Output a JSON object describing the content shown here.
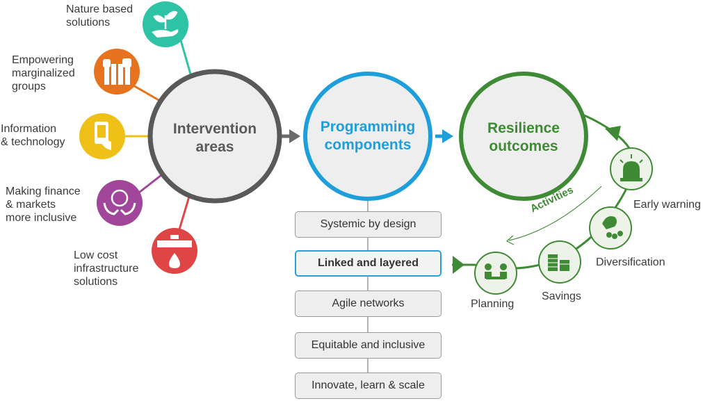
{
  "colors": {
    "gray_ring": "#595959",
    "blue_ring": "#1e9fdb",
    "green_ring": "#3f8a34",
    "teal": "#2dc3a4",
    "orange": "#e8731f",
    "yellow": "#efc018",
    "purple": "#a0479c",
    "red": "#e04545"
  },
  "rings": {
    "intervention": "Intervention\nareas",
    "programming": "Programming\ncomponents",
    "resilience": "Resilience\noutcomes"
  },
  "intervention_areas": [
    {
      "label": "Nature based\nsolutions",
      "icon": "seedling-in-hand-icon"
    },
    {
      "label": "Empowering\nmarginalized\ngroups",
      "icon": "raised-hands-icon"
    },
    {
      "label": "Information\n& technology",
      "icon": "hand-holding-phone-icon"
    },
    {
      "label": "Making finance\n& markets\nmore inclusive",
      "icon": "hands-dollar-icon"
    },
    {
      "label": "Low cost\ninfrastructure\nsolutions",
      "icon": "water-pipe-icon"
    }
  ],
  "components": [
    {
      "label": "Systemic by design",
      "highlight": false
    },
    {
      "label": "Linked and layered",
      "highlight": true
    },
    {
      "label": "Agile networks",
      "highlight": false
    },
    {
      "label": "Equitable and inclusive",
      "highlight": false
    },
    {
      "label": "Innovate, learn & scale",
      "highlight": false
    }
  ],
  "activities_label": "Activities",
  "activities": [
    {
      "label": "Planning",
      "icon": "meeting-people-icon"
    },
    {
      "label": "Savings",
      "icon": "coin-stacks-icon"
    },
    {
      "label": "Diversification",
      "icon": "livestock-crops-icon"
    },
    {
      "label": "Early warning",
      "icon": "alarm-light-icon"
    }
  ]
}
